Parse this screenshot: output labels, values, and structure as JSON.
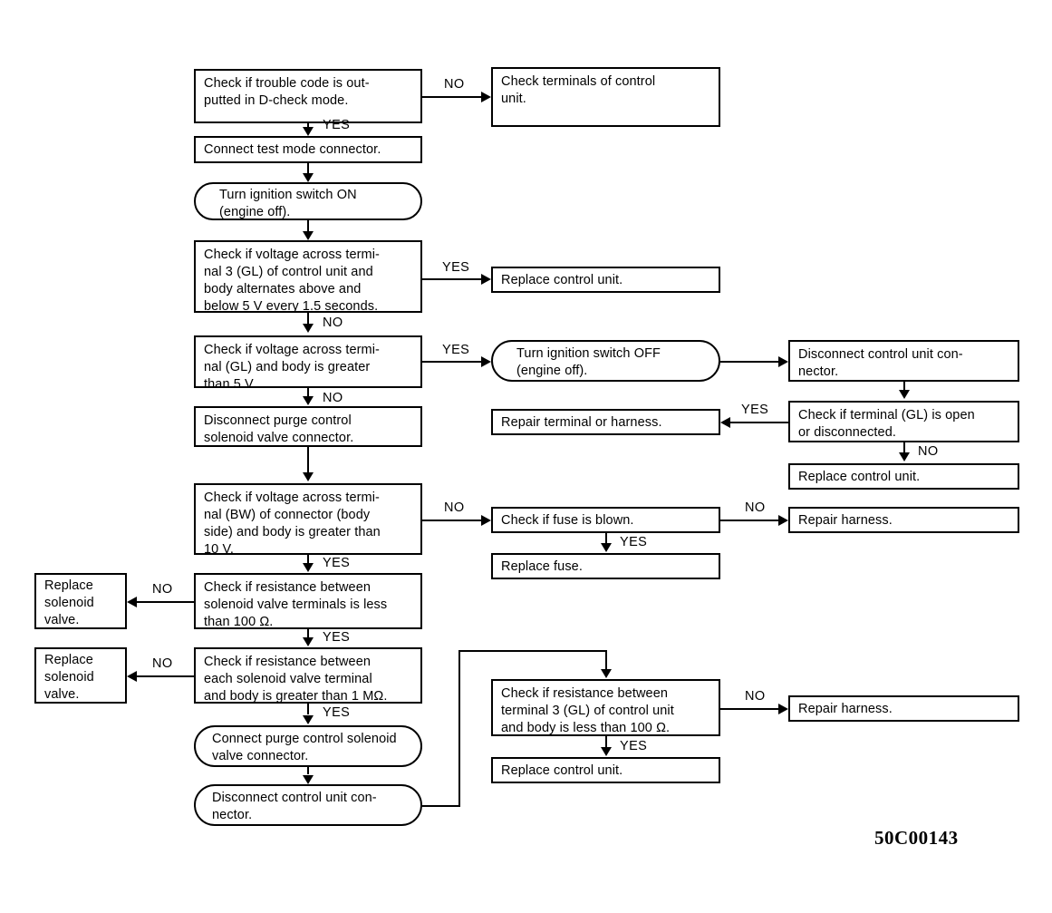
{
  "figure": {
    "id_label": "50C00143"
  },
  "nodes": {
    "n01_check_trouble_code": "Check if trouble code is out-\nputted in D-check mode.",
    "n02_check_terminals_control_unit": "Check terminals of control\nunit.",
    "n03_connect_test_mode_connector": "Connect test mode connector.",
    "n04_turn_ignition_on": "Turn ignition switch ON\n(engine off).",
    "n05_check_voltage_terminal3_alternates": "Check if voltage across termi-\nnal 3 (GL) of control unit and\nbody alternates above and\nbelow 5 V every 1.5 seconds.",
    "n06_replace_control_unit_a": "Replace control unit.",
    "n07_check_voltage_gl_greater_5v": "Check if voltage across termi-\nnal (GL) and body is greater\nthan 5 V.",
    "n08_turn_ignition_off": "Turn ignition switch OFF\n(engine off).",
    "n09_disconnect_control_unit_connector": "Disconnect control unit con-\nnector.",
    "n10_repair_terminal_or_harness": "Repair terminal or harness.",
    "n11_check_terminal_gl_open": "Check if terminal (GL) is open\nor disconnected.",
    "n12_replace_control_unit_b": "Replace control unit.",
    "n13_disconnect_purge_valve_connector": "Disconnect purge control\nsolenoid valve connector.",
    "n14_check_voltage_bw_greater_10v": "Check if voltage across termi-\nnal (BW) of connector (body\nside) and body is greater than\n10 V.",
    "n15_check_fuse_blown": "Check if fuse is blown.",
    "n16_repair_harness_a": "Repair harness.",
    "n17_replace_fuse": "Replace fuse.",
    "n18_replace_solenoid_valve_a": "Replace\nsolenoid\nvalve.",
    "n19_check_resistance_terminals_less_100": "Check if resistance between\nsolenoid valve terminals is less\nthan 100 Ω.",
    "n20_replace_solenoid_valve_b": "Replace\nsolenoid\nvalve.",
    "n21_check_resistance_body_greater_1m": "Check if resistance between\neach solenoid valve terminal\nand body is greater than 1 MΩ.",
    "n22_connect_purge_valve_connector": "Connect purge control solenoid\nvalve connector.",
    "n23_disconnect_control_unit_connector_b": "Disconnect control unit con-\nnector.",
    "n24_check_resistance_terminal3_less_100": "Check if resistance between\nterminal 3 (GL) of control unit\nand body is less than 100 Ω.",
    "n25_repair_harness_b": "Repair harness.",
    "n26_replace_control_unit_c": "Replace control unit."
  },
  "branch_labels": {
    "b01_no_trouble_code": "NO",
    "b02_yes_trouble_code": "YES",
    "b03_yes_alternates": "YES",
    "b04_no_alternates": "NO",
    "b05_yes_greater_5v": "YES",
    "b06_no_greater_5v": "NO",
    "b07_yes_terminal_open": "YES",
    "b08_no_terminal_open": "NO",
    "b09_no_greater_10v": "NO",
    "b10_no_fuse_blown": "NO",
    "b11_yes_fuse_blown": "YES",
    "b12_yes_greater_10v": "YES",
    "b13_no_resistance_less_100": "NO",
    "b14_yes_resistance_less_100": "YES",
    "b15_no_resistance_greater_1m": "NO",
    "b16_yes_resistance_greater_1m": "YES",
    "b17_no_resistance_terminal3": "NO",
    "b18_yes_resistance_terminal3": "YES"
  },
  "colors": {
    "ink": "#000000",
    "paper": "#ffffff"
  }
}
